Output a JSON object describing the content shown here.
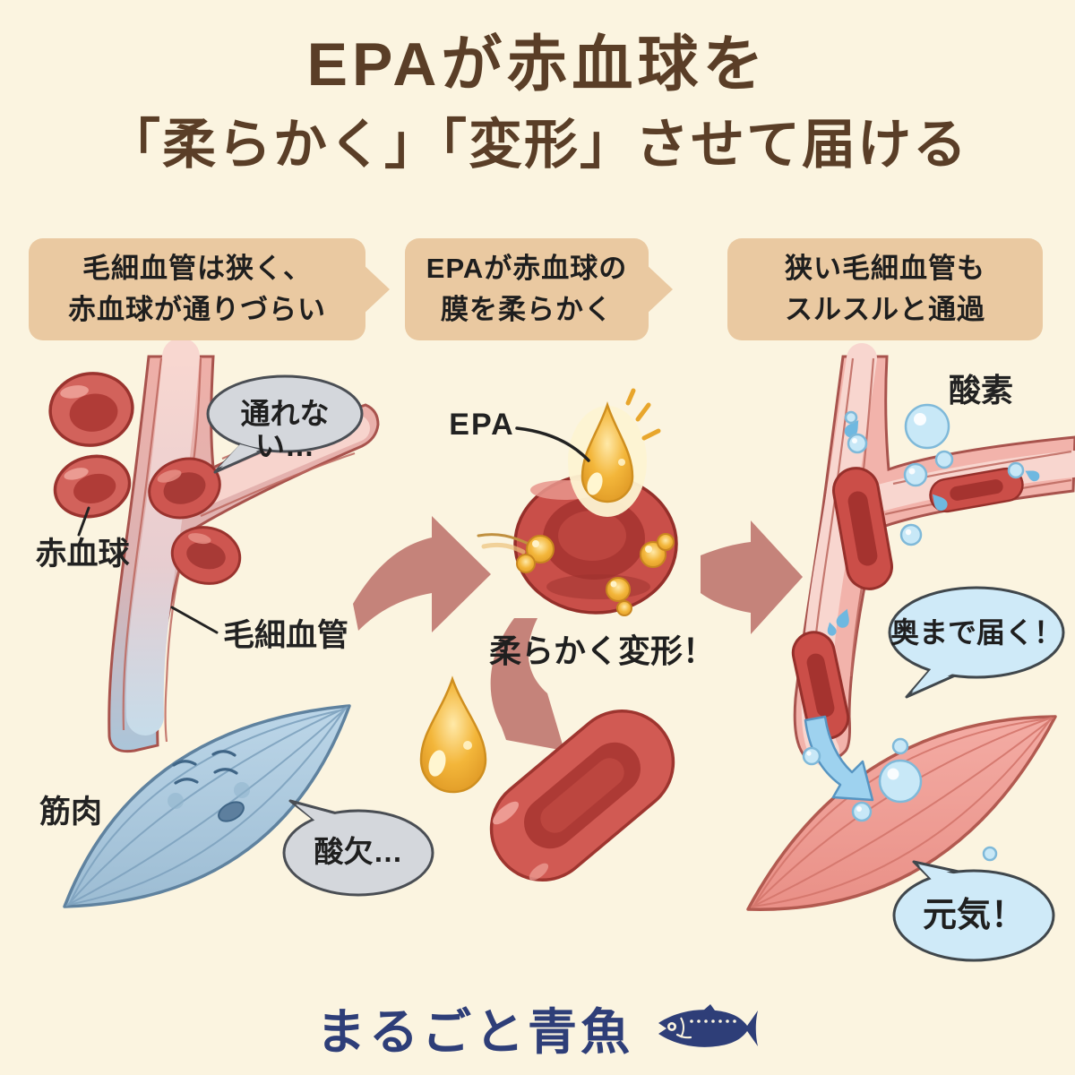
{
  "title": {
    "line1": "EPAが赤血球を",
    "line2": "「柔らかく」「変形」させて届ける"
  },
  "steps": [
    {
      "line1": "毛細血管は狭く、",
      "line2": "赤血球が通りづらい"
    },
    {
      "line1": "EPAが赤血球の",
      "line2": "膜を柔らかく"
    },
    {
      "line1": "狭い毛細血管も",
      "line2": "スルスルと通過"
    }
  ],
  "labels": {
    "red_blood_cell": "赤血球",
    "capillary": "毛細血管",
    "muscle": "筋肉",
    "epa": "EPA",
    "oxygen": "酸素"
  },
  "speech": {
    "cannot_pass": "通れない…",
    "hypoxia": "酸欠…",
    "soft_deform": "柔らかく変形！",
    "reach_deep": "奥まで届く！",
    "genki": "元気！"
  },
  "footer": {
    "brand": "まるごと青魚"
  },
  "colors": {
    "background": "#fbf4e0",
    "title_brown": "#5a3e27",
    "banner_tan": "#eac9a1",
    "arrow_rose": "#c5837a",
    "blood_red": "#c94f49",
    "vessel_pink": "#f2b3ab",
    "vessel_blue": "#a9c6db",
    "epa_gold": "#f3b63a",
    "oxygen_blue": "#c8e8f7",
    "speech_gray": "#d4d7dc",
    "speech_blue": "#cfeaf8",
    "brand_navy": "#2e3e78"
  }
}
